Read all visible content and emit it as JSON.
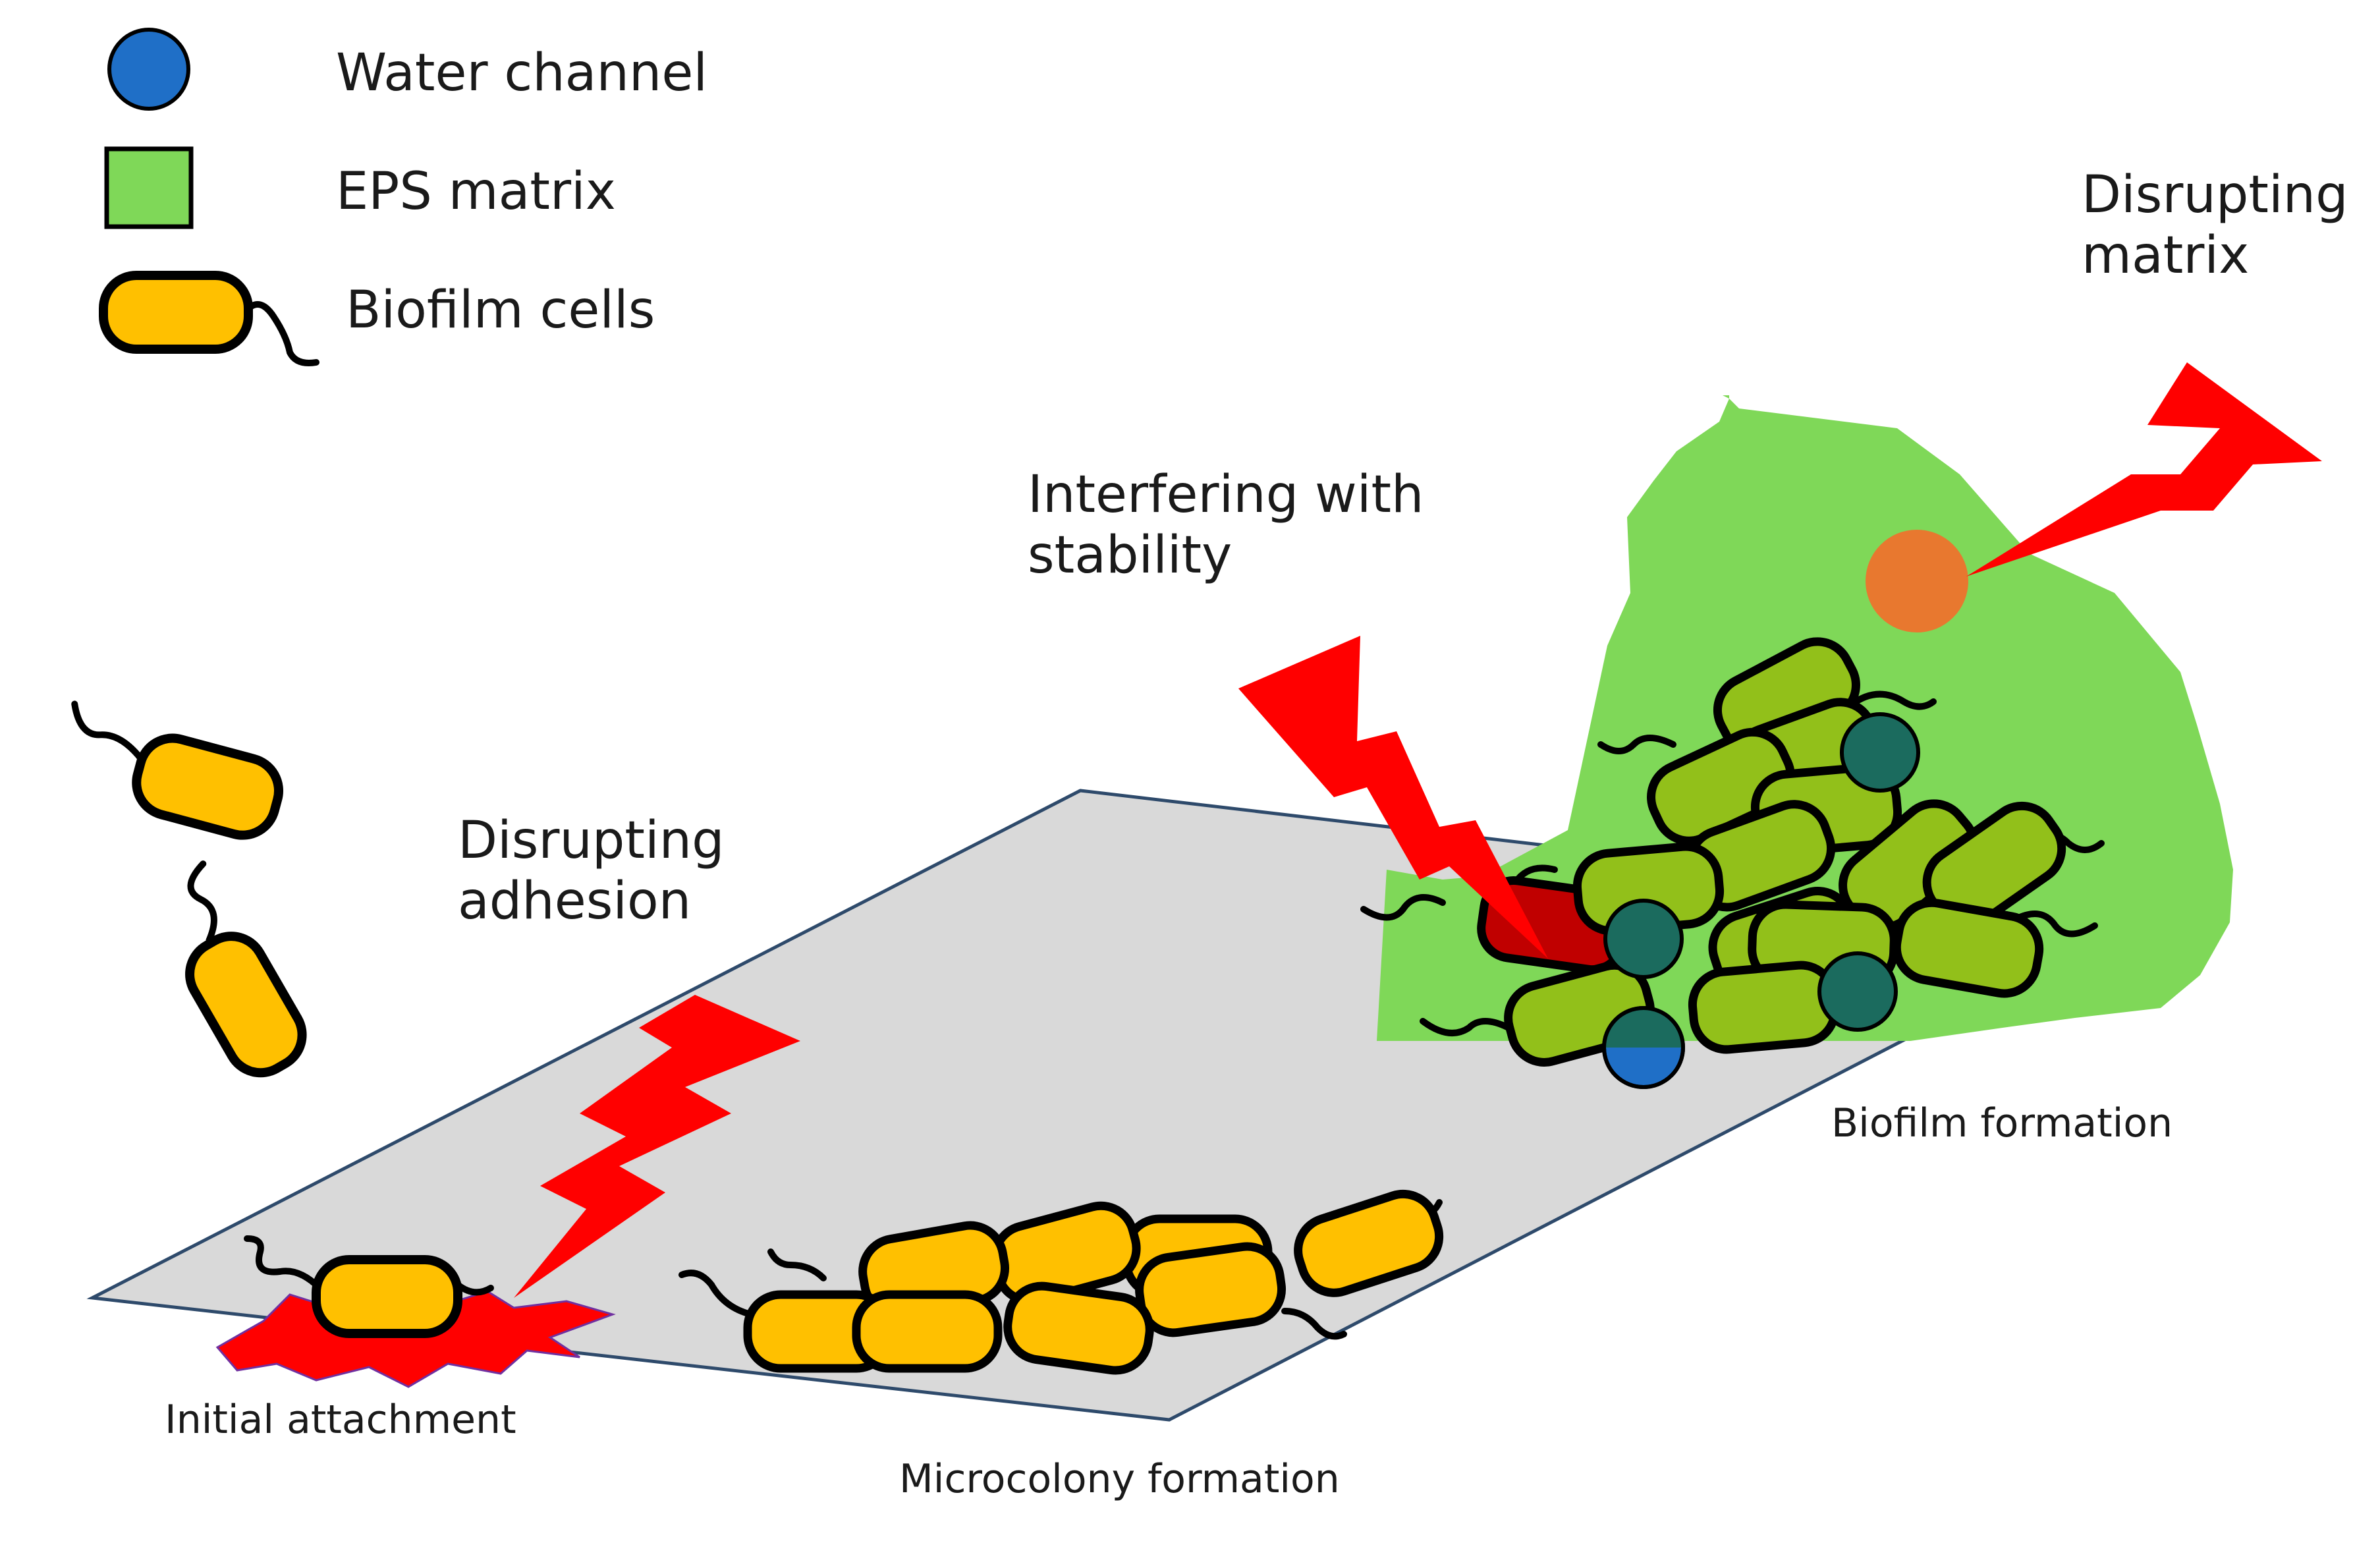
{
  "legend": {
    "water_channel": "Water channel",
    "eps_matrix": "EPS matrix",
    "biofilm_cells": "Biofilm cells"
  },
  "annotations": {
    "disrupting_adhesion_line1": "Disrupting",
    "disrupting_adhesion_line2": "adhesion",
    "interfering_line1": "Interfering with",
    "interfering_line2": "stability",
    "disrupting_matrix_line1": "Disrupting",
    "disrupting_matrix_line2": "matrix"
  },
  "stages": {
    "initial": "Initial attachment",
    "microcolony": "Microcolony formation",
    "biofilm": "Biofilm formation"
  },
  "colors": {
    "cell_yellow": "#FFC000",
    "cell_green": "#92C01A",
    "eps_green": "#7FD858",
    "water_blue": "#1F6FC7",
    "water_teal": "#1B6B5E",
    "lightning_red": "#FF0000",
    "target_orange": "#E8782F",
    "surface_gray": "#D9D9D9",
    "surface_edge": "#2E4A6B",
    "damaged_cell": "#C00000"
  }
}
